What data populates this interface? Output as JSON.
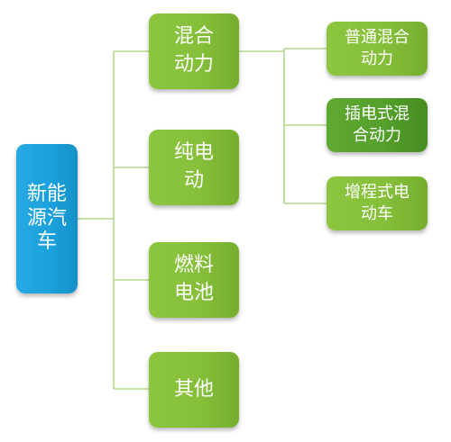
{
  "diagram": {
    "root": {
      "label": "新能\n源汽\n车"
    },
    "categories": [
      {
        "label": "混合\n动力"
      },
      {
        "label": "纯电\n动"
      },
      {
        "label": "燃料\n电池"
      },
      {
        "label": "其他"
      }
    ],
    "hybrid_subtypes": [
      {
        "label": "普通混合\n动力"
      },
      {
        "label": "插电式混\n合动力"
      },
      {
        "label": "增程式电\n动车"
      }
    ]
  },
  "colors": {
    "root": "#1ba1dc",
    "category": "#86c03a",
    "subtype": "#86c03a",
    "subtype_highlight": "#55a02b",
    "connector": "#b2d88b"
  }
}
